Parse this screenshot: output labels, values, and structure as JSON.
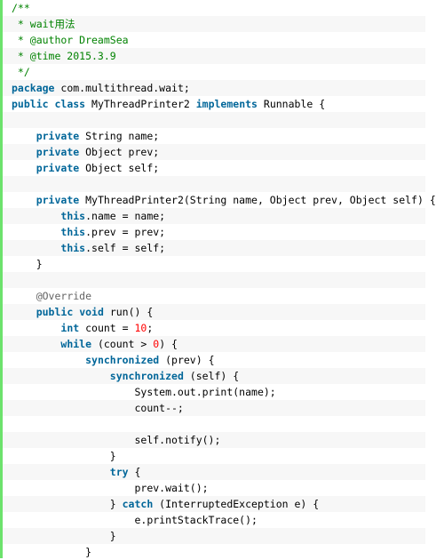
{
  "colors": {
    "gutter": "#6ce26c",
    "comment": "#008200",
    "keyword": "#006699",
    "number": "#ff0000",
    "annotation": "#646464",
    "alt_row": "#f7f7f7"
  },
  "code": {
    "lines": [
      [
        {
          "t": "comment",
          "v": "/**"
        }
      ],
      [
        {
          "t": "comment",
          "v": " * wait用法"
        }
      ],
      [
        {
          "t": "comment",
          "v": " * @author DreamSea"
        }
      ],
      [
        {
          "t": "comment",
          "v": " * @time 2015.3.9"
        }
      ],
      [
        {
          "t": "comment",
          "v": " */"
        }
      ],
      [
        {
          "t": "keyword",
          "v": "package"
        },
        {
          "t": "plain",
          "v": " com.multithread.wait;"
        }
      ],
      [
        {
          "t": "keyword",
          "v": "public"
        },
        {
          "t": "plain",
          "v": " "
        },
        {
          "t": "keyword",
          "v": "class"
        },
        {
          "t": "plain",
          "v": " MyThreadPrinter2 "
        },
        {
          "t": "keyword",
          "v": "implements"
        },
        {
          "t": "plain",
          "v": " Runnable {"
        }
      ],
      [
        {
          "t": "plain",
          "v": ""
        }
      ],
      [
        {
          "t": "plain",
          "v": "    "
        },
        {
          "t": "keyword",
          "v": "private"
        },
        {
          "t": "plain",
          "v": " String name;"
        }
      ],
      [
        {
          "t": "plain",
          "v": "    "
        },
        {
          "t": "keyword",
          "v": "private"
        },
        {
          "t": "plain",
          "v": " Object prev;"
        }
      ],
      [
        {
          "t": "plain",
          "v": "    "
        },
        {
          "t": "keyword",
          "v": "private"
        },
        {
          "t": "plain",
          "v": " Object self;"
        }
      ],
      [
        {
          "t": "plain",
          "v": ""
        }
      ],
      [
        {
          "t": "plain",
          "v": "    "
        },
        {
          "t": "keyword",
          "v": "private"
        },
        {
          "t": "plain",
          "v": " MyThreadPrinter2(String name, Object prev, Object self) {"
        }
      ],
      [
        {
          "t": "plain",
          "v": "        "
        },
        {
          "t": "this",
          "v": "this"
        },
        {
          "t": "plain",
          "v": ".name = name;"
        }
      ],
      [
        {
          "t": "plain",
          "v": "        "
        },
        {
          "t": "this",
          "v": "this"
        },
        {
          "t": "plain",
          "v": ".prev = prev;"
        }
      ],
      [
        {
          "t": "plain",
          "v": "        "
        },
        {
          "t": "this",
          "v": "this"
        },
        {
          "t": "plain",
          "v": ".self = self;"
        }
      ],
      [
        {
          "t": "plain",
          "v": "    }"
        }
      ],
      [
        {
          "t": "plain",
          "v": ""
        }
      ],
      [
        {
          "t": "plain",
          "v": "    "
        },
        {
          "t": "annotation",
          "v": "@Override"
        }
      ],
      [
        {
          "t": "plain",
          "v": "    "
        },
        {
          "t": "keyword",
          "v": "public"
        },
        {
          "t": "plain",
          "v": " "
        },
        {
          "t": "keyword",
          "v": "void"
        },
        {
          "t": "plain",
          "v": " run() {"
        }
      ],
      [
        {
          "t": "plain",
          "v": "        "
        },
        {
          "t": "keyword",
          "v": "int"
        },
        {
          "t": "plain",
          "v": " count = "
        },
        {
          "t": "number",
          "v": "10"
        },
        {
          "t": "plain",
          "v": ";"
        }
      ],
      [
        {
          "t": "plain",
          "v": "        "
        },
        {
          "t": "keyword",
          "v": "while"
        },
        {
          "t": "plain",
          "v": " (count > "
        },
        {
          "t": "number",
          "v": "0"
        },
        {
          "t": "plain",
          "v": ") {"
        }
      ],
      [
        {
          "t": "plain",
          "v": "            "
        },
        {
          "t": "keyword",
          "v": "synchronized"
        },
        {
          "t": "plain",
          "v": " (prev) {"
        }
      ],
      [
        {
          "t": "plain",
          "v": "                "
        },
        {
          "t": "keyword",
          "v": "synchronized"
        },
        {
          "t": "plain",
          "v": " (self) {"
        }
      ],
      [
        {
          "t": "plain",
          "v": "                    System.out.print(name);"
        }
      ],
      [
        {
          "t": "plain",
          "v": "                    count--;"
        }
      ],
      [
        {
          "t": "plain",
          "v": ""
        }
      ],
      [
        {
          "t": "plain",
          "v": "                    self.notify();"
        }
      ],
      [
        {
          "t": "plain",
          "v": "                }"
        }
      ],
      [
        {
          "t": "plain",
          "v": "                "
        },
        {
          "t": "keyword",
          "v": "try"
        },
        {
          "t": "plain",
          "v": " {"
        }
      ],
      [
        {
          "t": "plain",
          "v": "                    prev.wait();"
        }
      ],
      [
        {
          "t": "plain",
          "v": "                } "
        },
        {
          "t": "keyword",
          "v": "catch"
        },
        {
          "t": "plain",
          "v": " (InterruptedException e) {"
        }
      ],
      [
        {
          "t": "plain",
          "v": "                    e.printStackTrace();"
        }
      ],
      [
        {
          "t": "plain",
          "v": "                }"
        }
      ],
      [
        {
          "t": "plain",
          "v": "            }"
        }
      ]
    ]
  }
}
